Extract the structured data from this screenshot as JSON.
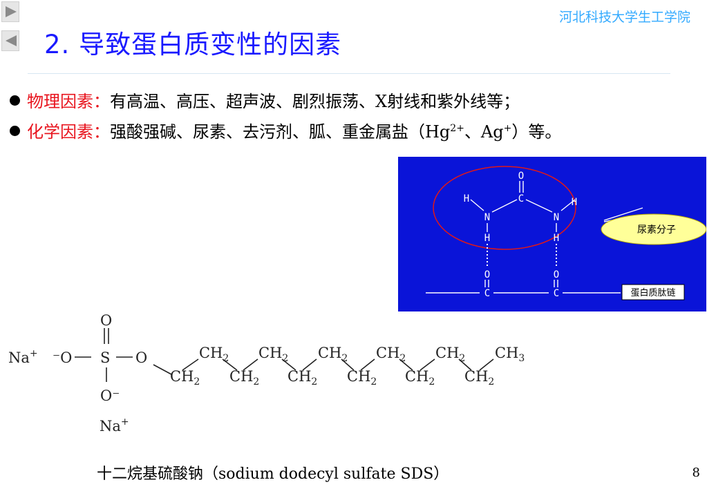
{
  "school": "河北科技大学生工学院",
  "title": "2. 导致蛋白质变性的因素",
  "bullets": [
    {
      "label": "物理因素：",
      "text": "有高温、高压、超声波、剧烈振荡、X射线和紫外线等；"
    },
    {
      "label": "化学因素：",
      "text_before": "强酸强碱、尿素、去污剂、胍、重金属盐（Hg",
      "hg_sup": "2+",
      "text_mid": "、Ag",
      "ag_sup": "+",
      "text_after": "）等。"
    }
  ],
  "urea_figure": {
    "callout_molecule": "尿素分子",
    "callout_chain": "蛋白质肽链",
    "atom_O": "O",
    "atom_C": "C",
    "atom_N": "N",
    "atom_H": "H",
    "colors": {
      "background": "#0a14d8",
      "ring": "#e01818",
      "lines": "#ffffff"
    }
  },
  "sds_figure": {
    "na": "Na",
    "plus": "+",
    "o_minus": "⁻O",
    "s": "S",
    "o": "O",
    "o_bottom": "O⁻",
    "ch2": "CH",
    "sub2": "2",
    "ch3": "CH",
    "sub3": "3"
  },
  "caption": "十二烷基硫酸钠（sodium dodecyl sulfate  SDS）",
  "page_number": "8"
}
